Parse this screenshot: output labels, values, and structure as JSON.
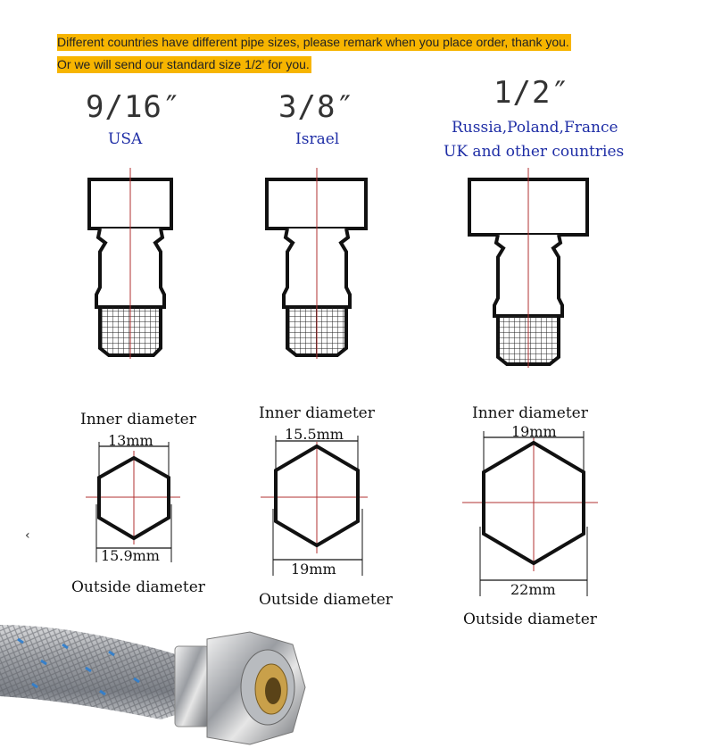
{
  "notice": {
    "line1": "Different countries have different pipe sizes, please remark when you place order, thank you.",
    "line2": "Or we will send our standard size 1/2' for you.",
    "highlight_color": "#f7b500"
  },
  "sizes": [
    {
      "size": "9/16″",
      "country_lines": [
        "USA"
      ],
      "inner_label": "Inner diameter",
      "inner_value": "13mm",
      "outer_value": "15.9mm",
      "outer_label": "Outside diameter"
    },
    {
      "size": "3/8″",
      "country_lines": [
        "Israel"
      ],
      "inner_label": "Inner diameter",
      "inner_value": "15.5mm",
      "outer_value": "19mm",
      "outer_label": "Outside diameter"
    },
    {
      "size": "1/2″",
      "country_lines": [
        "Russia,Poland,France",
        "UK and other countries"
      ],
      "inner_label": "Inner diameter",
      "inner_value": "19mm",
      "outer_value": "22mm",
      "outer_label": "Outside diameter"
    }
  ],
  "colors": {
    "country_text": "#1f2ea6",
    "center_line": "#b03030"
  },
  "icons": {
    "back_chevron": "‹"
  }
}
